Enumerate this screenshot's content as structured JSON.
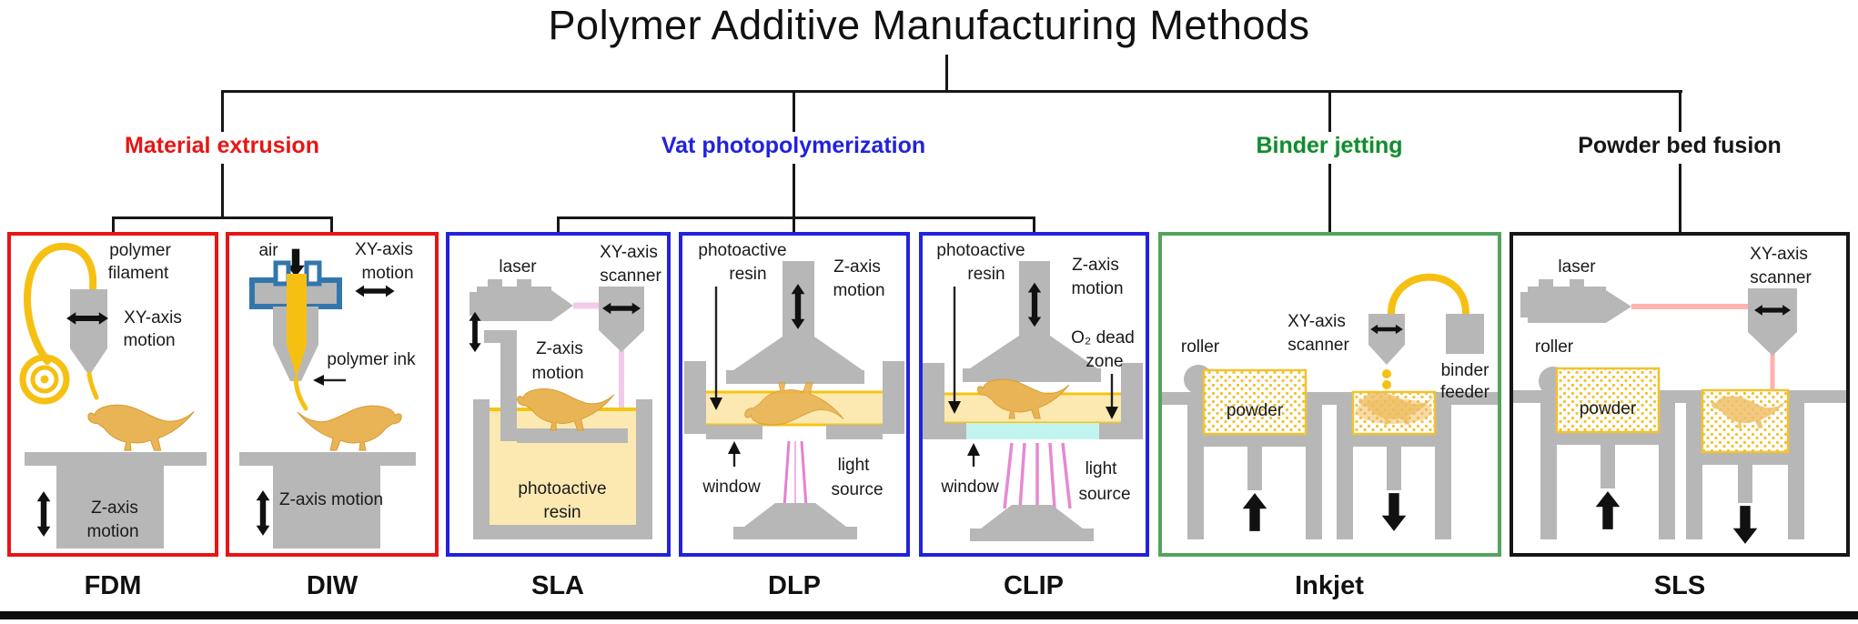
{
  "title": "Polymer Additive Manufacturing Methods",
  "branches": {
    "material_extrusion": {
      "label": "Material extrusion"
    },
    "vat_photopolymerization": {
      "label": "Vat photopolymerization"
    },
    "binder_jetting": {
      "label": "Binder jetting"
    },
    "powder_bed_fusion": {
      "label": "Powder bed fusion"
    }
  },
  "panels": {
    "fdm": {
      "name": "FDM",
      "labels": {
        "polymer": "polymer",
        "filament": "filament",
        "xy1": "XY-axis",
        "xy2": "motion",
        "z1": "Z-axis",
        "z2": "motion"
      }
    },
    "diw": {
      "name": "DIW",
      "labels": {
        "air": "air",
        "xy1": "XY-axis",
        "xy2": "motion",
        "ink": "polymer ink",
        "z": "Z-axis motion"
      }
    },
    "sla": {
      "name": "SLA",
      "labels": {
        "laser": "laser",
        "xy1": "XY-axis",
        "xy2": "scanner",
        "z1": "Z-axis",
        "z2": "motion",
        "resin1": "photoactive",
        "resin2": "resin"
      }
    },
    "dlp": {
      "name": "DLP",
      "labels": {
        "resin1": "photoactive",
        "resin2": "resin",
        "z1": "Z-axis",
        "z2": "motion",
        "window": "window",
        "light1": "light",
        "light2": "source"
      }
    },
    "clip": {
      "name": "CLIP",
      "labels": {
        "resin1": "photoactive",
        "resin2": "resin",
        "z1": "Z-axis",
        "z2": "motion",
        "o21": "O₂ dead",
        "o22": "zone",
        "window": "window",
        "light1": "light",
        "light2": "source"
      }
    },
    "inkjet": {
      "name": "Inkjet",
      "labels": {
        "roller": "roller",
        "xy1": "XY-axis",
        "xy2": "scanner",
        "powder": "powder",
        "binder1": "binder",
        "binder2": "feeder"
      }
    },
    "sls": {
      "name": "SLS",
      "labels": {
        "laser": "laser",
        "xy1": "XY-axis",
        "xy2": "scanner",
        "roller": "roller",
        "powder": "powder"
      }
    }
  },
  "palette": {
    "red": "#e81515",
    "blue": "#2222dd",
    "green": "#0f8a42",
    "green_border": "#55a25c",
    "black": "#161616",
    "machine_gray": "#b7b7b7",
    "filament_yellow": "#f6c013",
    "powder_dot_yellow": "#f2c230",
    "resin_fill": "#fce9b2",
    "resin_edge": "#f6c513",
    "dino_tan": "#e9b455",
    "beam_pale_pink": "#f2cbe9",
    "beam_salmon": "#ffb2ae",
    "beam_magenta": "#e06cc8",
    "dead_zone_cyan": "#c2f4f0",
    "nozzle_teal": "#3276ad"
  }
}
